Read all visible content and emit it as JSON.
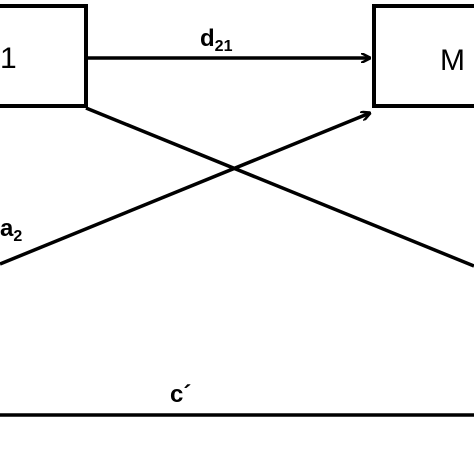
{
  "diagram": {
    "nodes": {
      "m1": {
        "label": "1"
      },
      "m2": {
        "label": "M"
      }
    },
    "edges": {
      "d21": {
        "main": "d",
        "sub": "21"
      },
      "a2": {
        "main": "a",
        "sub": "2"
      },
      "c_prime": {
        "main": "c´"
      }
    },
    "colors": {
      "stroke": "#000000",
      "background": "#ffffff"
    }
  }
}
